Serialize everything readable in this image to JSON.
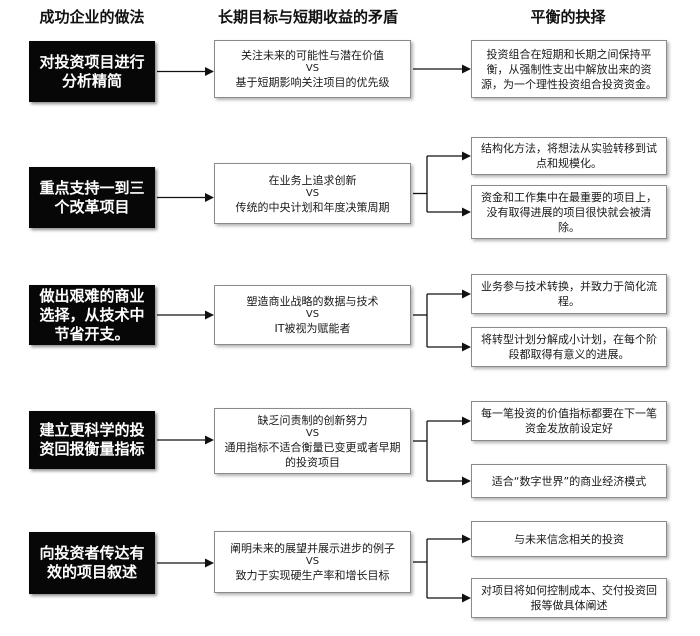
{
  "headers": {
    "col1": "成功企业的做法",
    "col2": "长期目标与短期收益的矛盾",
    "col3": "平衡的抉择"
  },
  "rows": [
    {
      "practice": "对投资项目进行分析精简",
      "conflict_top": "关注未来的可能性与潜在价值",
      "vs": "VS",
      "conflict_bottom": "基于短期影响关注项目的优先级",
      "choices": [
        "投资组合在短期和长期之间保持平衡，从强制性支出中解放出来的资源，为一个理性投资组合投资资金。"
      ]
    },
    {
      "practice": "重点支持一到三个改革项目",
      "conflict_top": "在业务上追求创新",
      "vs": "VS",
      "conflict_bottom": "传统的中央计划和年度决策周期",
      "choices": [
        "结构化方法，将想法从实验转移到试点和规模化。",
        "资金和工作集中在最重要的项目上，没有取得进展的项目很快就会被清除。"
      ]
    },
    {
      "practice": "做出艰难的商业选择，从技术中节省开支。",
      "conflict_top": "塑造商业战略的数据与技术",
      "vs": "VS",
      "conflict_bottom": "IT被视为赋能者",
      "choices": [
        "业务参与技术转换，并致力于简化流程。",
        "将转型计划分解成小计划，在每个阶段都取得有意义的进展。"
      ]
    },
    {
      "practice": "建立更科学的投资回报衡量指标",
      "conflict_top": "缺乏问责制的创新努力",
      "vs": "VS",
      "conflict_bottom": "通用指标不适合衡量已变更或者早期的投资项目",
      "choices": [
        "每一笔投资的价值指标都要在下一笔资金发放前设定好",
        "适合“数字世界”的商业经济模式"
      ]
    },
    {
      "practice": "向投资者传达有效的项目叙述",
      "conflict_top": "阐明未来的展望并展示进步的例子",
      "vs": "VS",
      "conflict_bottom": "致力于实现硬生产率和增长目标",
      "choices": [
        "与未来信念相关的投资",
        "对项目将如何控制成本、交付投资回报等做具体阐述"
      ]
    }
  ]
}
